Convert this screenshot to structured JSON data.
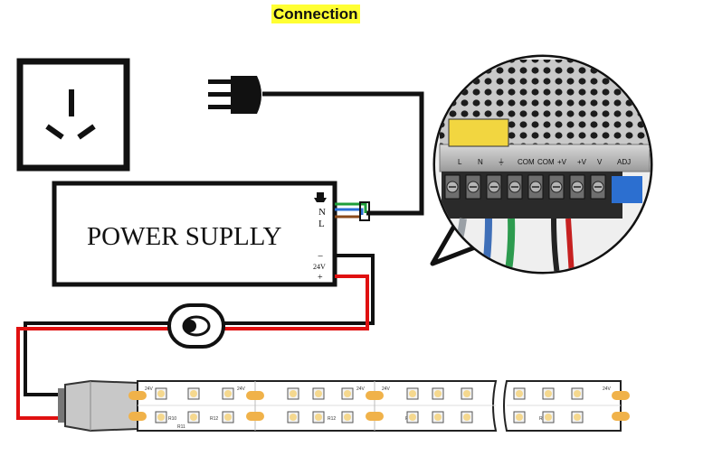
{
  "title": "Connection",
  "power_supply": {
    "label": "POWER SUPLLY",
    "terminal_n": "N",
    "terminal_l": "L",
    "terminal_minus": "−",
    "terminal_voltage": "24V",
    "terminal_plus": "+"
  },
  "photo_terminals": {
    "labels": [
      "L",
      "N",
      "⏚",
      "COM",
      "COM",
      "+V",
      "+V",
      "V",
      "ADJ"
    ]
  },
  "strip_labels": {
    "voltage": "24V",
    "r10": "R10",
    "r11": "R11",
    "r12": "R12"
  },
  "wire_colors": {
    "black": "#111111",
    "red": "#e01010",
    "green": "#1e9e3a",
    "blue": "#2a6fd6",
    "brown": "#8a4a1a"
  },
  "icons": [
    "wall-socket-icon",
    "power-plug-icon",
    "inline-switch-icon",
    "connector-icon"
  ]
}
